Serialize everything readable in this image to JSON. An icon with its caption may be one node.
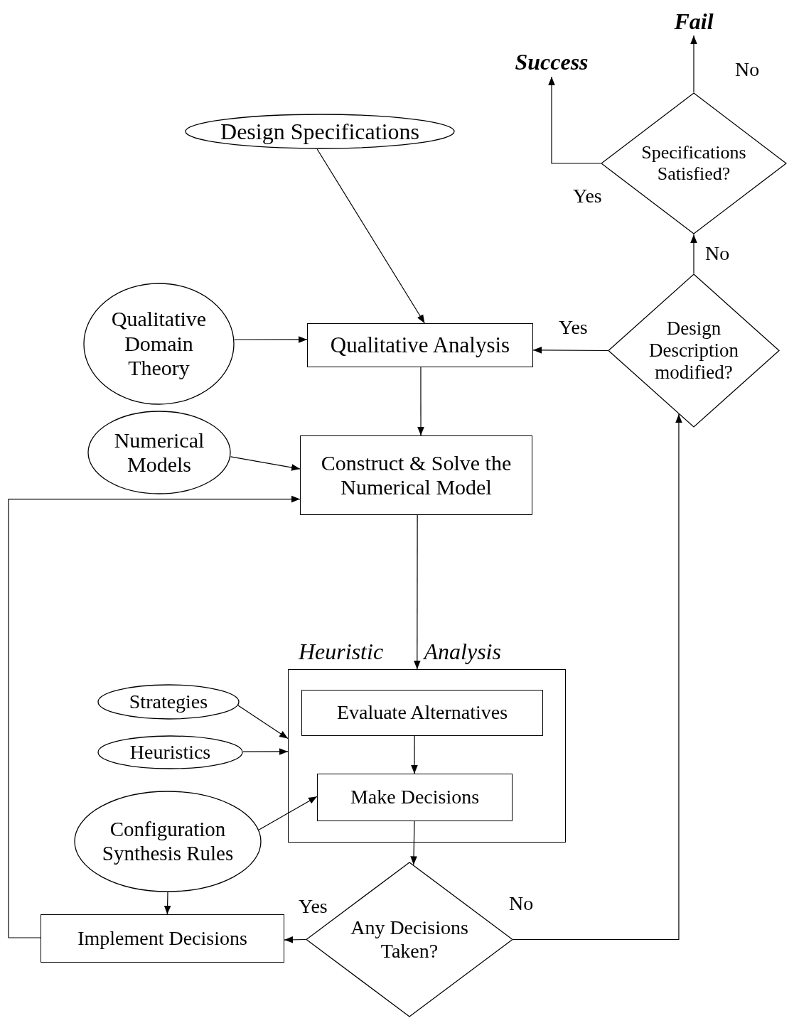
{
  "diagram": {
    "nodes": [
      {
        "text": [
          "Design Specifications"
        ]
      },
      {
        "text": [
          "Qualitative Domain Theory"
        ]
      },
      {
        "text": [
          "Qualitative Analysis"
        ]
      },
      {
        "text": [
          "Numerical Models"
        ]
      },
      {
        "text": [
          "Construct & Solve the Numerical Model"
        ]
      },
      {
        "text": [
          "Heuristic Analysis"
        ]
      },
      {
        "text": [
          "Evaluate Alternatives"
        ],
        "in": 5
      },
      {
        "text": [
          "Make Decisions"
        ],
        "in": 5
      },
      {
        "text": [
          "Strategies"
        ]
      },
      {
        "text": [
          "Heuristics"
        ]
      },
      {
        "text": [
          "Configuration Synthesis Rules"
        ]
      },
      {
        "text": [
          "Implement Decisions"
        ]
      },
      {
        "text": [
          "Any Decisions Taken?"
        ]
      },
      {
        "text": [
          "Design Description modified?"
        ]
      },
      {
        "text": [
          "Specifications Satisfied?"
        ]
      },
      {
        "text": [
          "Success"
        ]
      },
      {
        "text": [
          "Fail"
        ]
      }
    ],
    "edges": [
      {
        "from": 0,
        "to": 2,
        "arrow": "to"
      },
      {
        "from": 1,
        "to": 2,
        "arrow": "to"
      },
      {
        "from": 2,
        "to": 4,
        "arrow": "to"
      },
      {
        "from": 3,
        "to": 4,
        "arrow": "to"
      },
      {
        "from": 4,
        "to": 5,
        "arrow": "to"
      },
      {
        "from": 8,
        "to": 5,
        "arrow": "to"
      },
      {
        "from": 9,
        "to": 5,
        "arrow": "to"
      },
      {
        "from": 10,
        "to": 7,
        "arrow": "to"
      },
      {
        "from": 6,
        "to": 7,
        "arrow": "to"
      },
      {
        "from": 7,
        "to": 12,
        "arrow": "to"
      },
      {
        "from": 10,
        "to": 11,
        "arrow": "to"
      },
      {
        "from": 12,
        "to": 11,
        "arrow": "to",
        "label": "Yes"
      },
      {
        "from": 11,
        "to": 4,
        "arrow": "to"
      },
      {
        "from": 12,
        "to": 13,
        "arrow": "to",
        "label": "No"
      },
      {
        "from": 13,
        "to": 2,
        "arrow": "to",
        "label": "Yes"
      },
      {
        "from": 13,
        "to": 14,
        "arrow": "to",
        "label": "No"
      },
      {
        "from": 14,
        "to": 15,
        "arrow": "to",
        "label": "Yes"
      },
      {
        "from": 14,
        "to": 16,
        "arrow": "to",
        "label": "No"
      }
    ]
  }
}
